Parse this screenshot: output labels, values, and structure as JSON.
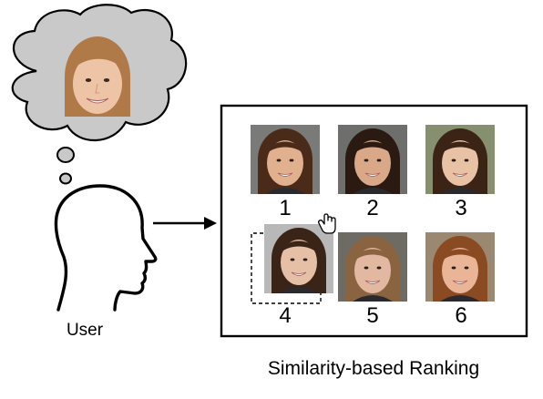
{
  "user_label": "User",
  "caption": "Similarity-based Ranking",
  "ranked_faces": [
    {
      "rank": "1",
      "hair": "#4a2a18",
      "skin": "#e0b08f",
      "bg": "#7a7a78"
    },
    {
      "rank": "2",
      "hair": "#2a1a12",
      "skin": "#d9a888",
      "bg": "#6e6e6c"
    },
    {
      "rank": "3",
      "hair": "#3b2316",
      "skin": "#e8c2a4",
      "bg": "#86906e"
    },
    {
      "rank": "4",
      "hair": "#3a2418",
      "skin": "#e6c0a6",
      "bg": "#b8b8b8"
    },
    {
      "rank": "5",
      "hair": "#8a6440",
      "skin": "#e2b8a0",
      "bg": "#6e6a64"
    },
    {
      "rank": "6",
      "hair": "#8a4a22",
      "skin": "#e9b596",
      "bg": "#9a8870"
    }
  ],
  "thought_face": {
    "hair": "#b07a48",
    "skin": "#eec4a6"
  },
  "colors": {
    "cloud": "#c9c9c9",
    "stroke": "#000000"
  }
}
